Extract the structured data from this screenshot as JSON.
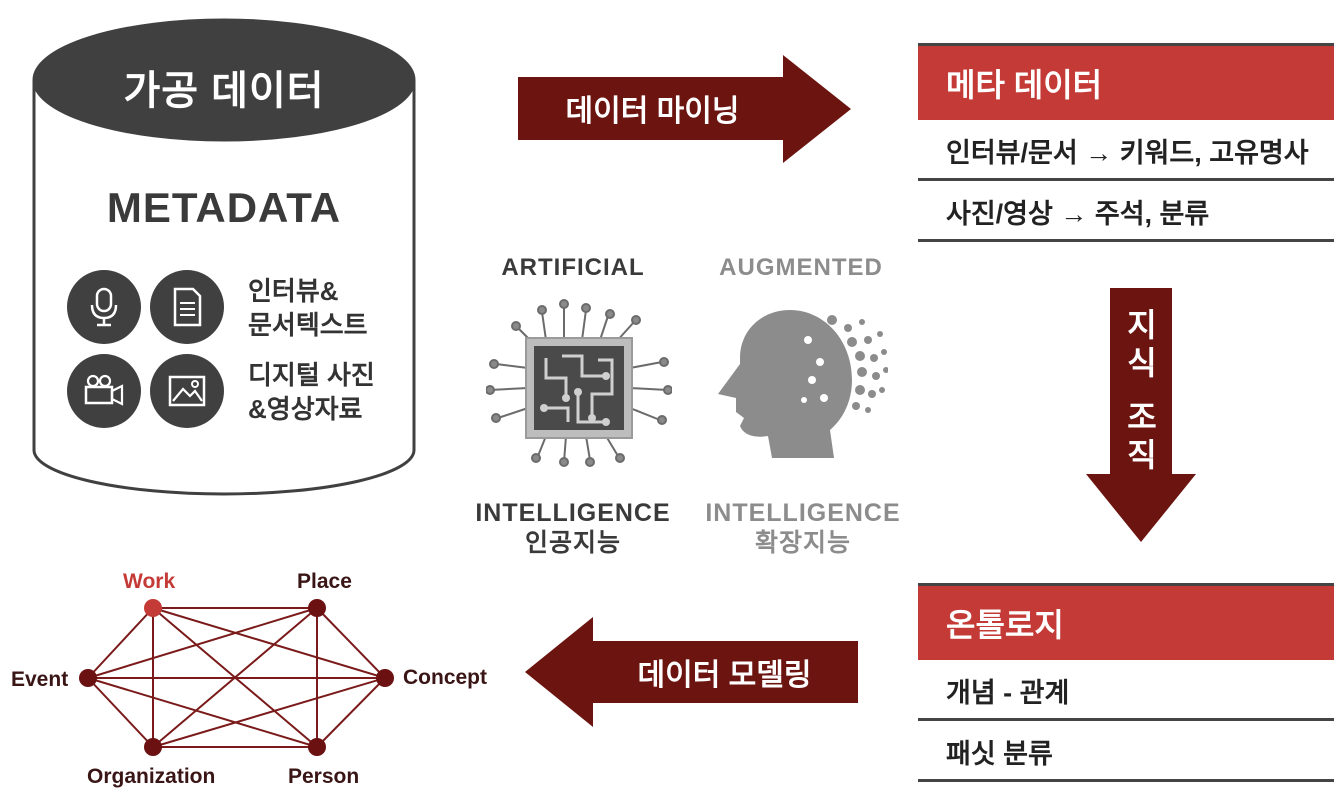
{
  "processed_data": {
    "title": "가공 데이터",
    "subtitle": "METADATA",
    "media": [
      {
        "icon": "microphone-icon"
      },
      {
        "icon": "document-icon"
      },
      {
        "icon": "video-camera-icon"
      },
      {
        "icon": "image-icon"
      }
    ],
    "label_interview_line1": "인터뷰&",
    "label_interview_line2": "문서텍스트",
    "label_photo_line1": "디지털 사진",
    "label_photo_line2": "&영상자료"
  },
  "arrows": {
    "mining": "데이터 마이닝",
    "modeling": "데이터 모델링",
    "knowledge_line1": "지",
    "knowledge_line2": "식",
    "knowledge_line3": "조",
    "knowledge_line4": "직"
  },
  "ai": {
    "artificial_top": "ARTIFICIAL",
    "artificial_bottom1": "INTELLIGENCE",
    "artificial_bottom2": "인공지능",
    "augmented_top": "AUGMENTED",
    "augmented_bottom1": "INTELLIGENCE",
    "augmented_bottom2": "확장지능",
    "chip_icon": "ai-chip-icon",
    "head_icon": "augmented-head-icon"
  },
  "metadata_panel": {
    "title": "메타 데이터",
    "rows": [
      "인터뷰/문서 → 키워드, 고유명사",
      "사진/영상 → 주석, 분류"
    ]
  },
  "ontology_panel": {
    "title": "온톨로지",
    "rows": [
      "개념 - 관계",
      "패싯 분류"
    ]
  },
  "network": {
    "nodes": [
      "Work",
      "Place",
      "Concept",
      "Person",
      "Organization",
      "Event"
    ],
    "colors": {
      "accent": "#c43a36",
      "node": "#6b1111",
      "edge": "#7a1a1a"
    }
  },
  "colors": {
    "accent_red": "#c43a36",
    "arrow_dark": "#6b1410",
    "cylinder_dark": "#404040",
    "ai_gray": "#8c8c8c"
  }
}
